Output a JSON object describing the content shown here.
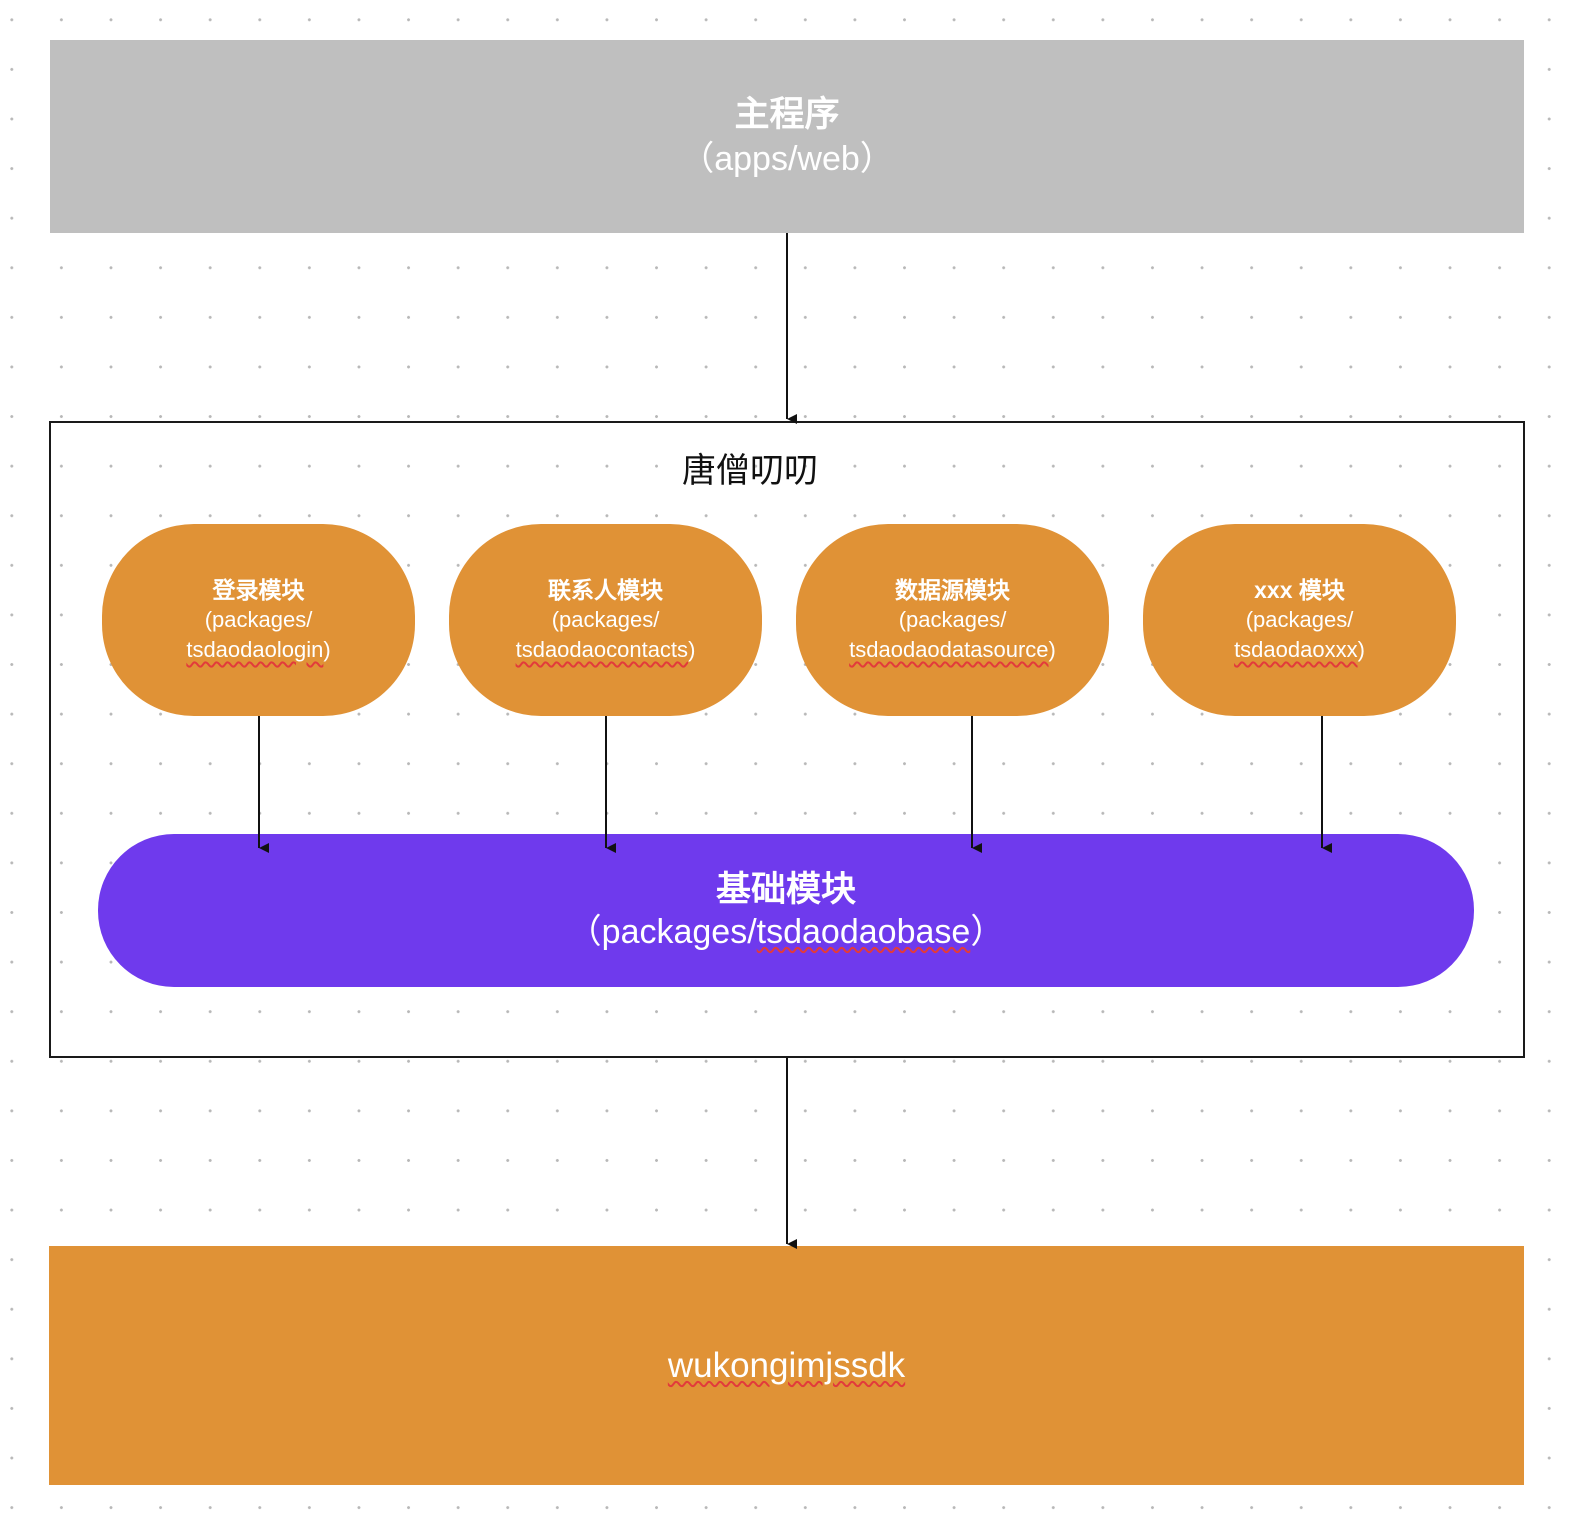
{
  "colors": {
    "main": "#bfbfbf",
    "module": "#e09236",
    "base": "#6f3aed",
    "sdk": "#e09236"
  },
  "main": {
    "title": "主程序",
    "path": "（apps/web）"
  },
  "container": {
    "title": "唐僧叨叨"
  },
  "modules": [
    {
      "name": "登录模块",
      "line1": "(packages/",
      "line2": "tsdaodaologin",
      "close": ")"
    },
    {
      "name": "联系人模块",
      "line1": "(packages/",
      "line2": "tsdaodaocontacts",
      "close": ")"
    },
    {
      "name": "数据源模块",
      "line1": "(packages/",
      "line2": "tsdaodaodatasource",
      "close": ")"
    },
    {
      "name": "xxx 模块",
      "line1": "(packages/",
      "line2": "tsdaodaoxxx",
      "close": ")"
    }
  ],
  "base": {
    "name": "基础模块",
    "prefix": "（packages/",
    "pkg": "tsdaodaobase",
    "suffix": "）"
  },
  "sdk": {
    "name": "wukongimjssdk"
  }
}
